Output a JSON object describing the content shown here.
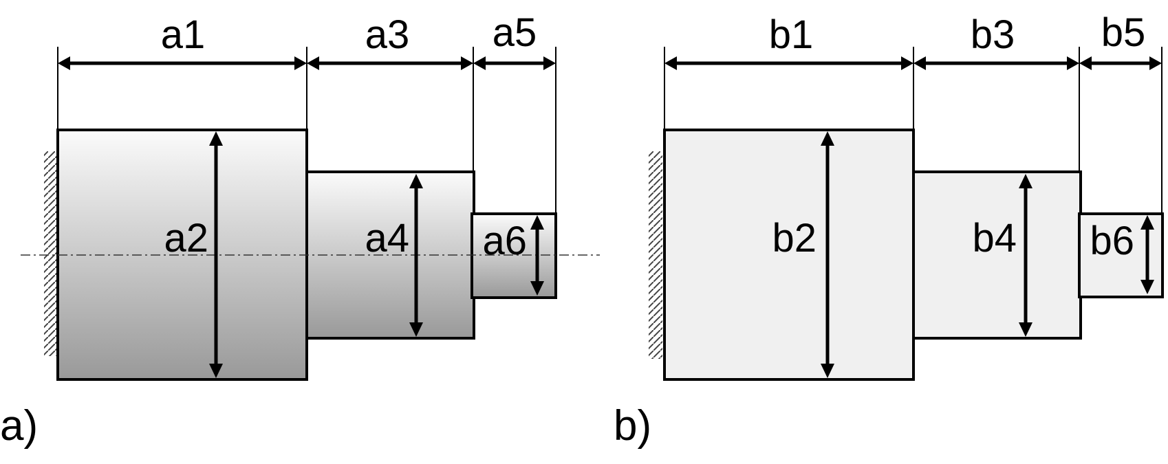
{
  "figure": {
    "panels": [
      {
        "caption": "a)",
        "fill_style": "gradient",
        "colors": {
          "gradient_top": "#fbfbfb",
          "gradient_bottom": "#999999",
          "outline": "#000000"
        },
        "horizontal_dims": [
          "a1",
          "a3",
          "a5"
        ],
        "vertical_dims": [
          "a2",
          "a4",
          "a6"
        ],
        "has_centerline": true,
        "has_fixed_support_hatch": true
      },
      {
        "caption": "b)",
        "fill_style": "flat",
        "colors": {
          "fill": "#f0f0f0",
          "outline": "#000000"
        },
        "horizontal_dims": [
          "b1",
          "b3",
          "b5"
        ],
        "vertical_dims": [
          "b2",
          "b4",
          "b6"
        ],
        "has_centerline": false,
        "has_fixed_support_hatch": true
      }
    ]
  }
}
